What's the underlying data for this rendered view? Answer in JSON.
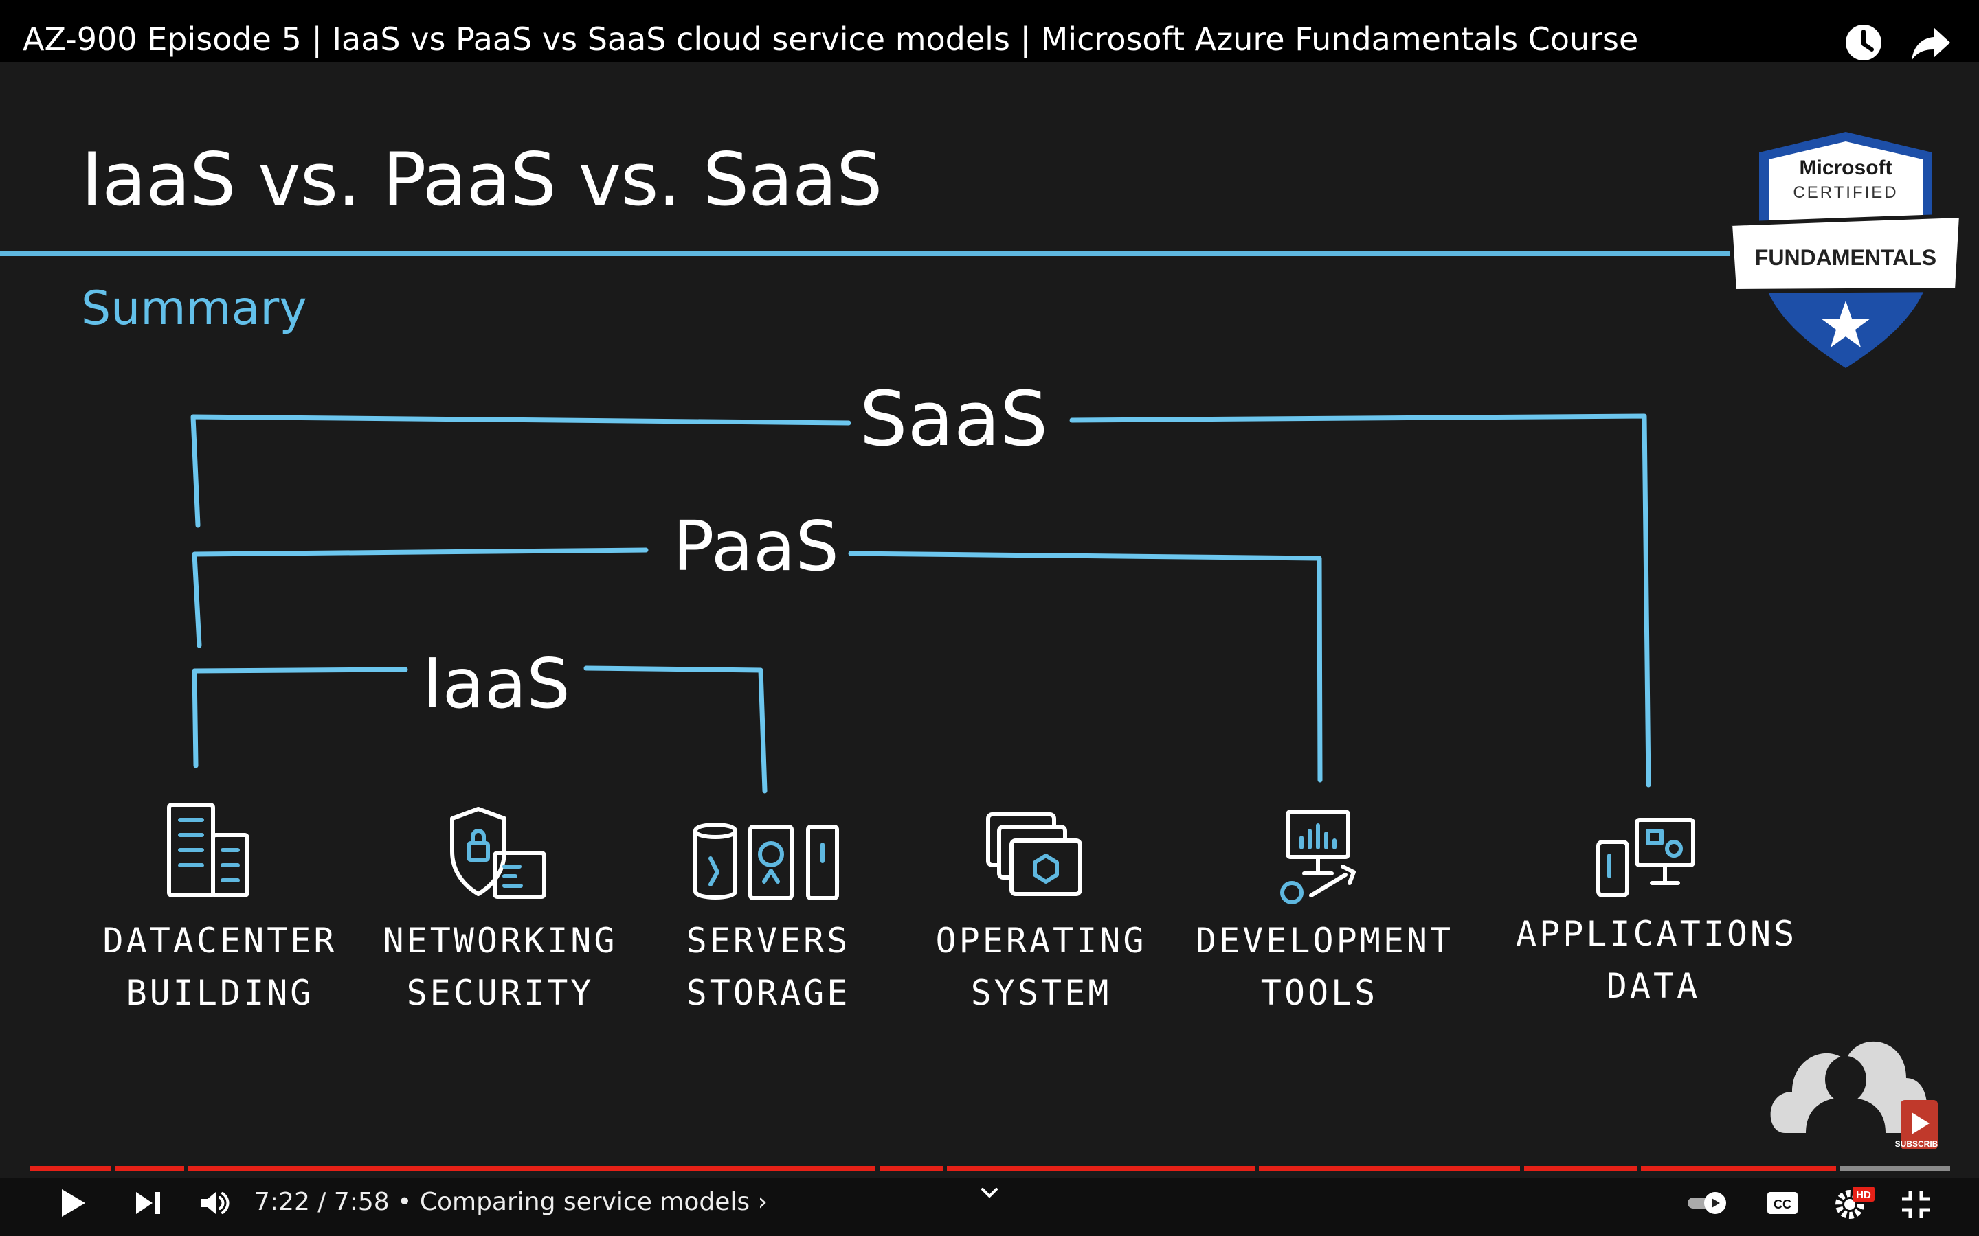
{
  "video": {
    "title": "AZ-900 Episode 5 | IaaS vs PaaS vs SaaS cloud service models | Microsoft Azure Fundamentals Course"
  },
  "top_icons": [
    "clock-icon",
    "share-arrow-icon"
  ],
  "slide": {
    "title": "IaaS vs. PaaS vs. SaaS",
    "subtitle": "Summary",
    "accent_color": "#5fb8e0",
    "layers": [
      {
        "label": "SaaS"
      },
      {
        "label": "PaaS"
      },
      {
        "label": "IaaS"
      }
    ],
    "components": [
      {
        "line1": "DATACENTER",
        "line2": "BUILDING",
        "icon": "building-icon"
      },
      {
        "line1": "NETWORKING",
        "line2": "SECURITY",
        "icon": "shield-lock-icon"
      },
      {
        "line1": "SERVERS",
        "line2": "STORAGE",
        "icon": "server-storage-icon"
      },
      {
        "line1": "OPERATING",
        "line2": "SYSTEM",
        "icon": "operating-system-icon"
      },
      {
        "line1": "DEVELOPMENT",
        "line2": "TOOLS",
        "icon": "dev-tools-icon"
      },
      {
        "line1": "APPLICATIONS",
        "line2": "DATA",
        "icon": "apps-data-icon"
      }
    ],
    "badge": {
      "line1": "Microsoft",
      "line2": "CERTIFIED",
      "ribbon": "FUNDAMENTALS"
    }
  },
  "overlay": {
    "subscribe_label": "SUBSCRIBE"
  },
  "player": {
    "time_current": "7:22",
    "time_total": "7:58",
    "time_display": "7:22 / 7:58",
    "chapter": "• Comparing service models ›",
    "progress_fraction": 0.925,
    "played_color": "#e62117",
    "controls": [
      "play-icon",
      "next-icon",
      "volume-icon",
      "autoplay-toggle",
      "captions-icon",
      "settings-gear-icon",
      "exit-fullscreen-icon"
    ],
    "settings_badge": "HD",
    "captions_label": "CC"
  }
}
